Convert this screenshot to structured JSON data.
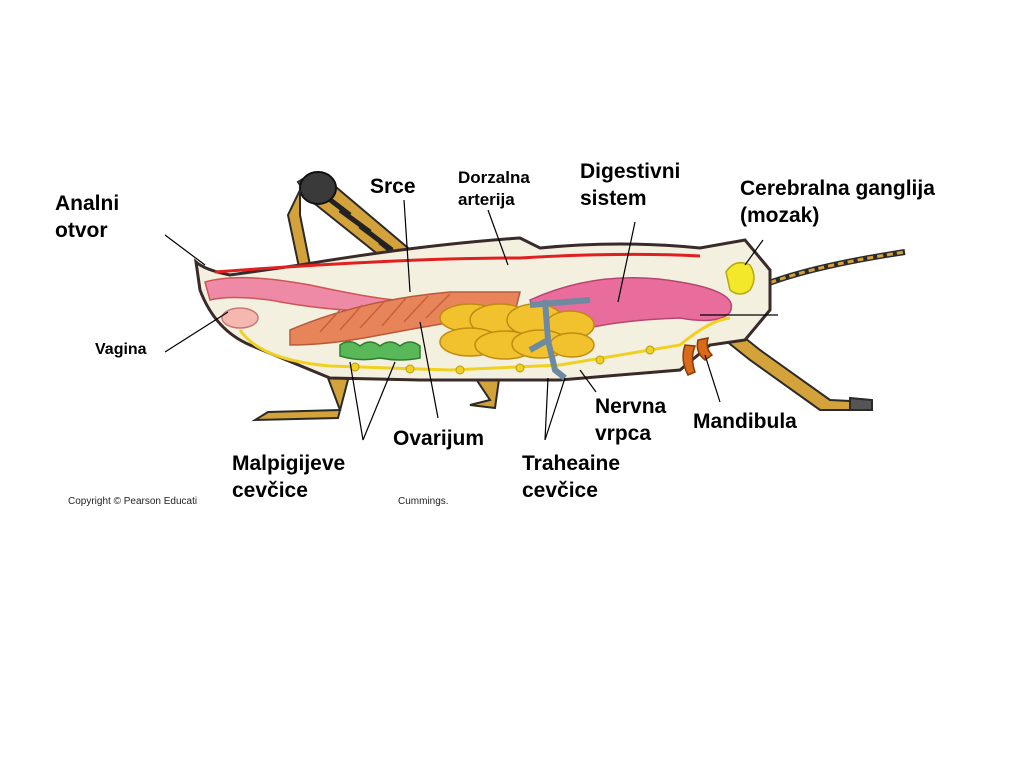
{
  "labels": {
    "analni_otvor": [
      "Analni",
      "otvor"
    ],
    "vagina": "Vagina",
    "srce": "Srce",
    "dorzalna_arterija": [
      "Dorzalna",
      "arterija"
    ],
    "digestivni_sistem": [
      "Digestivni",
      "sistem"
    ],
    "cerebralna_ganglija": [
      "Cerebralna ganglija",
      "(mozak)"
    ],
    "nervna_vrpca": [
      "Nervna",
      "vrpca"
    ],
    "mandibula": "Mandibula",
    "ovarijum": "Ovarijum",
    "malpigijeve_cevcice": [
      "Malpigijeve",
      "cevčice"
    ],
    "trahealne_cevcice": [
      "Traheaine",
      "cevčice"
    ]
  },
  "copyright": {
    "left": "Copyright © Pearson Educati",
    "right": "Cummings."
  },
  "colors": {
    "body_fill": "#f3f0df",
    "outline": "#3a2a2a",
    "heart": "#e88f8f",
    "muscle": "#e8845a",
    "gut": "#e96d9c",
    "ovary": "#f2c22e",
    "malpighian": "#59b858",
    "nerve": "#f0d020",
    "trachea": "#8fa6b8",
    "legs": "#d4a23a",
    "mandible": "#d86a1a",
    "artery": "#e02020"
  }
}
